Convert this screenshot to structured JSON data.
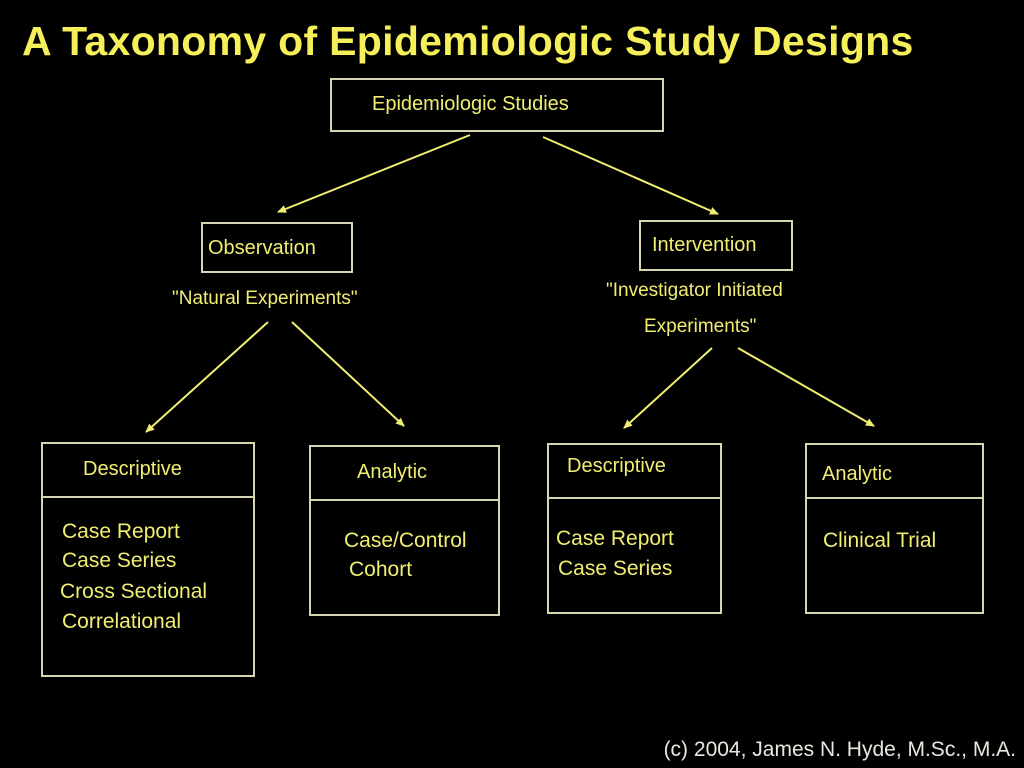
{
  "title": "A Taxonomy of Epidemiologic Study Designs",
  "root": {
    "label": "Epidemiologic Studies"
  },
  "observation": {
    "label": "Observation",
    "subtitle": "\"Natural Experiments\""
  },
  "intervention": {
    "label": "Intervention",
    "subtitle_line1": "\"Investigator Initiated",
    "subtitle_line2": "Experiments\""
  },
  "obs_descriptive": {
    "heading": "Descriptive",
    "items": [
      "Case Report",
      "Case Series",
      "Cross Sectional",
      "Correlational"
    ]
  },
  "obs_analytic": {
    "heading": "Analytic",
    "items": [
      "Case/Control",
      "Cohort"
    ]
  },
  "int_descriptive": {
    "heading": "Descriptive",
    "items": [
      "Case Report",
      "Case Series"
    ]
  },
  "int_analytic": {
    "heading": "Analytic",
    "items": [
      "Clinical Trial"
    ]
  },
  "credit": "(c) 2004, James N. Hyde, M.Sc., M.A.",
  "colors": {
    "background": "#000000",
    "text": "#f0ee70",
    "border": "#d8d6b0"
  }
}
